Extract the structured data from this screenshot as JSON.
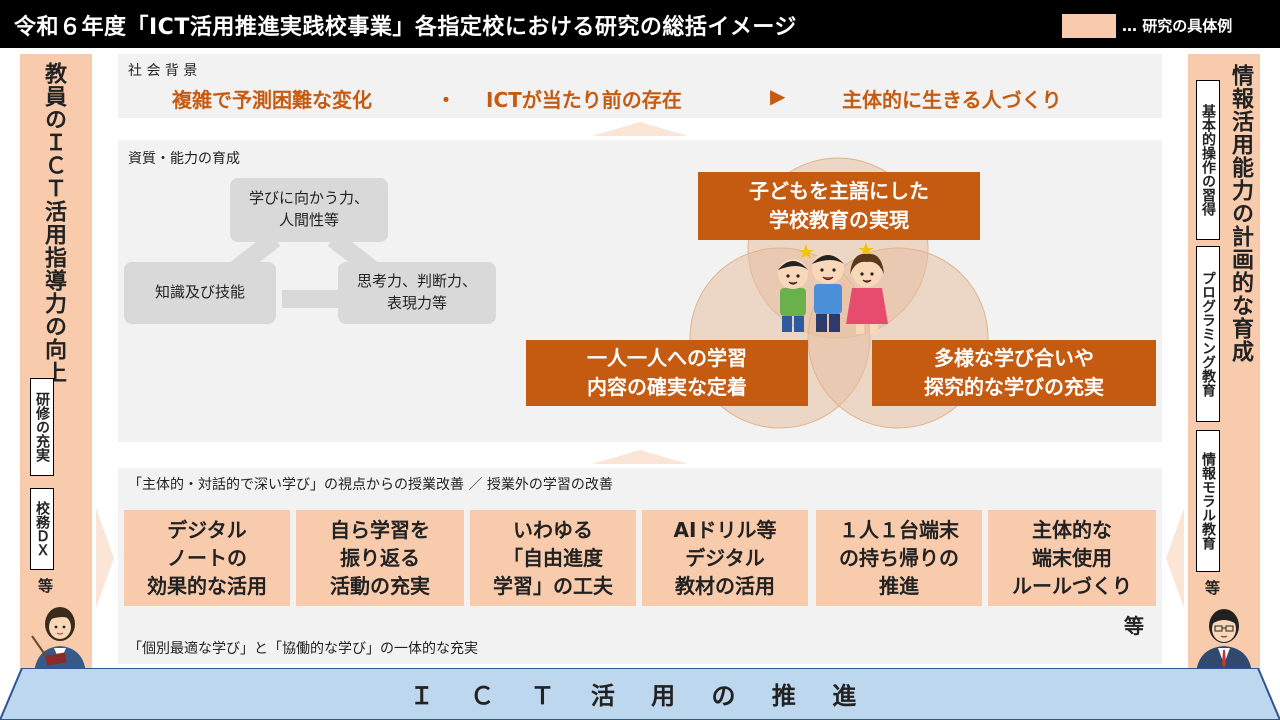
{
  "title": "令和６年度「ICT活用推進実践校事業」各指定校における研究の総括イメージ",
  "legend": {
    "text": "… 研究の具体例",
    "color": "#f8cbad"
  },
  "social_background": {
    "label": "社 会 背 景",
    "item1": "複雑で予測困難な変化",
    "separator": "・",
    "item2": "ICTが当たり前の存在",
    "arrow": "▶",
    "item3": "主体的に生きる人づくり"
  },
  "qualities": {
    "label": "資質・能力の育成",
    "box_top": "学びに向かう力、\n人間性等",
    "box_left": "知識及び技能",
    "box_right": "思考力、判断力、\n表現力等"
  },
  "venn": {
    "top": "子どもを主語にした\n学校教育の実現",
    "left": "一人一人への学習\n内容の確実な定着",
    "right": "多様な学び合いや\n探究的な学びの充実"
  },
  "improvement": {
    "label": "「主体的・対話的で深い学び」の視点からの授業改善 ／ 授業外の学習の改善",
    "items": [
      "デジタル\nノートの\n効果的な活用",
      "自ら学習を\n振り返る\n活動の充実",
      "いわゆる\n「自由進度\n学習」の工夫",
      "AIドリル等\nデジタル\n教材の活用",
      "１人１台端末\nの持ち帰りの\n推進",
      "主体的な\n端末使用\nルールづくり"
    ],
    "etc": "等",
    "bottom_label": "「個別最適な学び」と「協働的な学び」の一体的な充実"
  },
  "left_side": {
    "main": "教員のＩＣＴ活用指導力の向上",
    "box1": "研修の充実",
    "box2": "校務ＤＸ",
    "etc": "等"
  },
  "right_side": {
    "main": "情報活用能力の計画的な育成",
    "box1": "基本的操作の習得",
    "box2": "プログラミング教育",
    "box3": "情報モラル教育",
    "etc": "等"
  },
  "footer": {
    "text": "Ｉ Ｃ Ｔ 活 用 の 推 進"
  },
  "colors": {
    "accent_orange": "#c55a11",
    "peach": "#f8cbad",
    "light_grey": "#f2f2f2",
    "footer_blue": "#bdd7ee"
  }
}
